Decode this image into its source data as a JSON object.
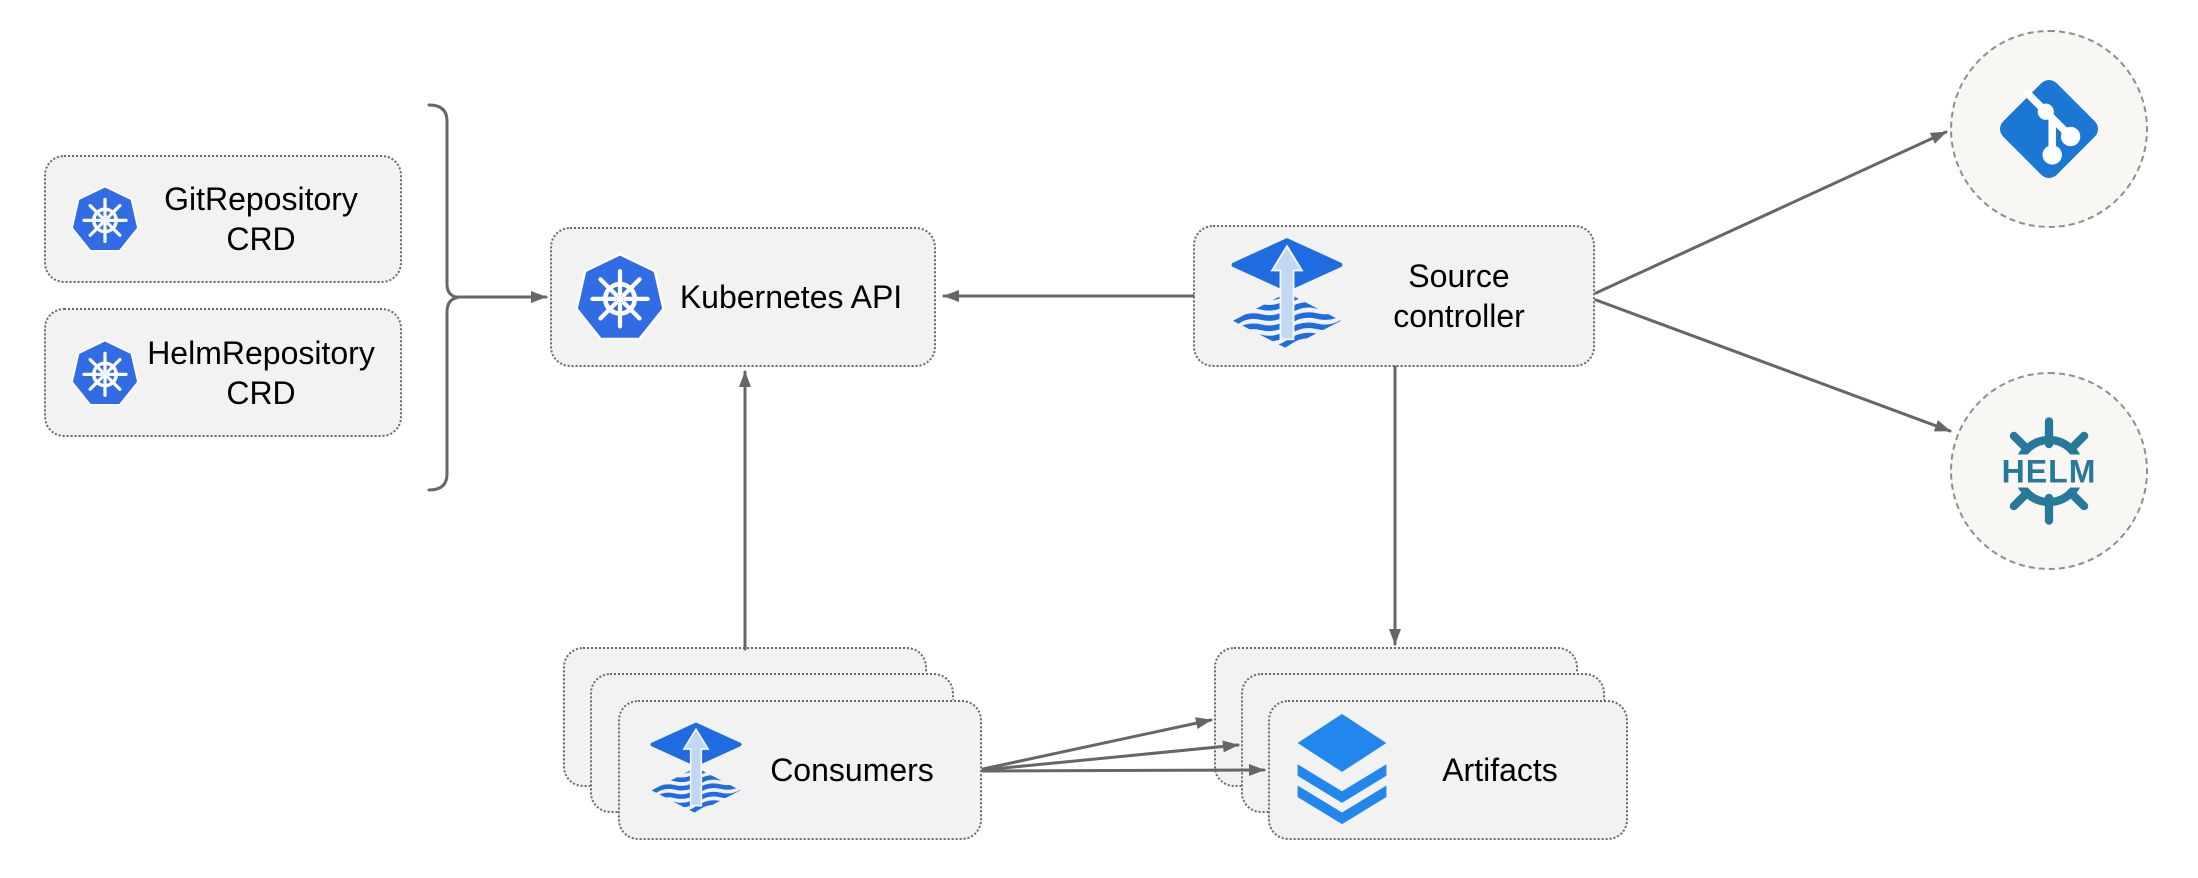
{
  "diagram": {
    "nodes": {
      "git_repository_crd": {
        "label": "GitRepository\nCRD",
        "icon": "kubernetes-icon"
      },
      "helm_repository_crd": {
        "label": "HelmRepository\nCRD",
        "icon": "kubernetes-icon"
      },
      "kubernetes_api": {
        "label": "Kubernetes API",
        "icon": "kubernetes-icon"
      },
      "source_controller": {
        "label": "Source\ncontroller",
        "icon": "flux-source-controller-icon"
      },
      "consumers": {
        "label": "Consumers",
        "icon": "flux-source-controller-icon",
        "stack_count": 3
      },
      "artifacts": {
        "label": "Artifacts",
        "icon": "layers-icon",
        "stack_count": 3
      },
      "git_repository": {
        "label": "",
        "icon": "git-icon"
      },
      "helm_repository": {
        "logo_text": "HELM",
        "icon": "helm-icon"
      }
    },
    "edges": [
      {
        "from": "git_repository_crd+helm_repository_crd",
        "via": "bracket",
        "to": "kubernetes_api"
      },
      {
        "from": "source_controller",
        "to": "kubernetes_api"
      },
      {
        "from": "source_controller",
        "to": "git_repository"
      },
      {
        "from": "source_controller",
        "to": "helm_repository"
      },
      {
        "from": "source_controller",
        "to": "artifacts"
      },
      {
        "from": "consumers",
        "to": "kubernetes_api"
      },
      {
        "from": "consumers",
        "to": "artifacts",
        "count": 3
      }
    ],
    "colors": {
      "canvas_bg": "#ffffff",
      "node_fill": "#f2f2f2",
      "node_border": "#696969",
      "circle_fill": "#f8f7f3",
      "circle_border": "#8f8f8f",
      "connector": "#666666",
      "label_text": "#000000",
      "k8s_blue": "#326ce5",
      "flux_blue": "#1f6ce0",
      "flux_arrow_light": "#c3d7f3",
      "git_blue": "#1a78d4",
      "helm_teal": "#27799c",
      "layers_blue": "#2287ec"
    }
  }
}
